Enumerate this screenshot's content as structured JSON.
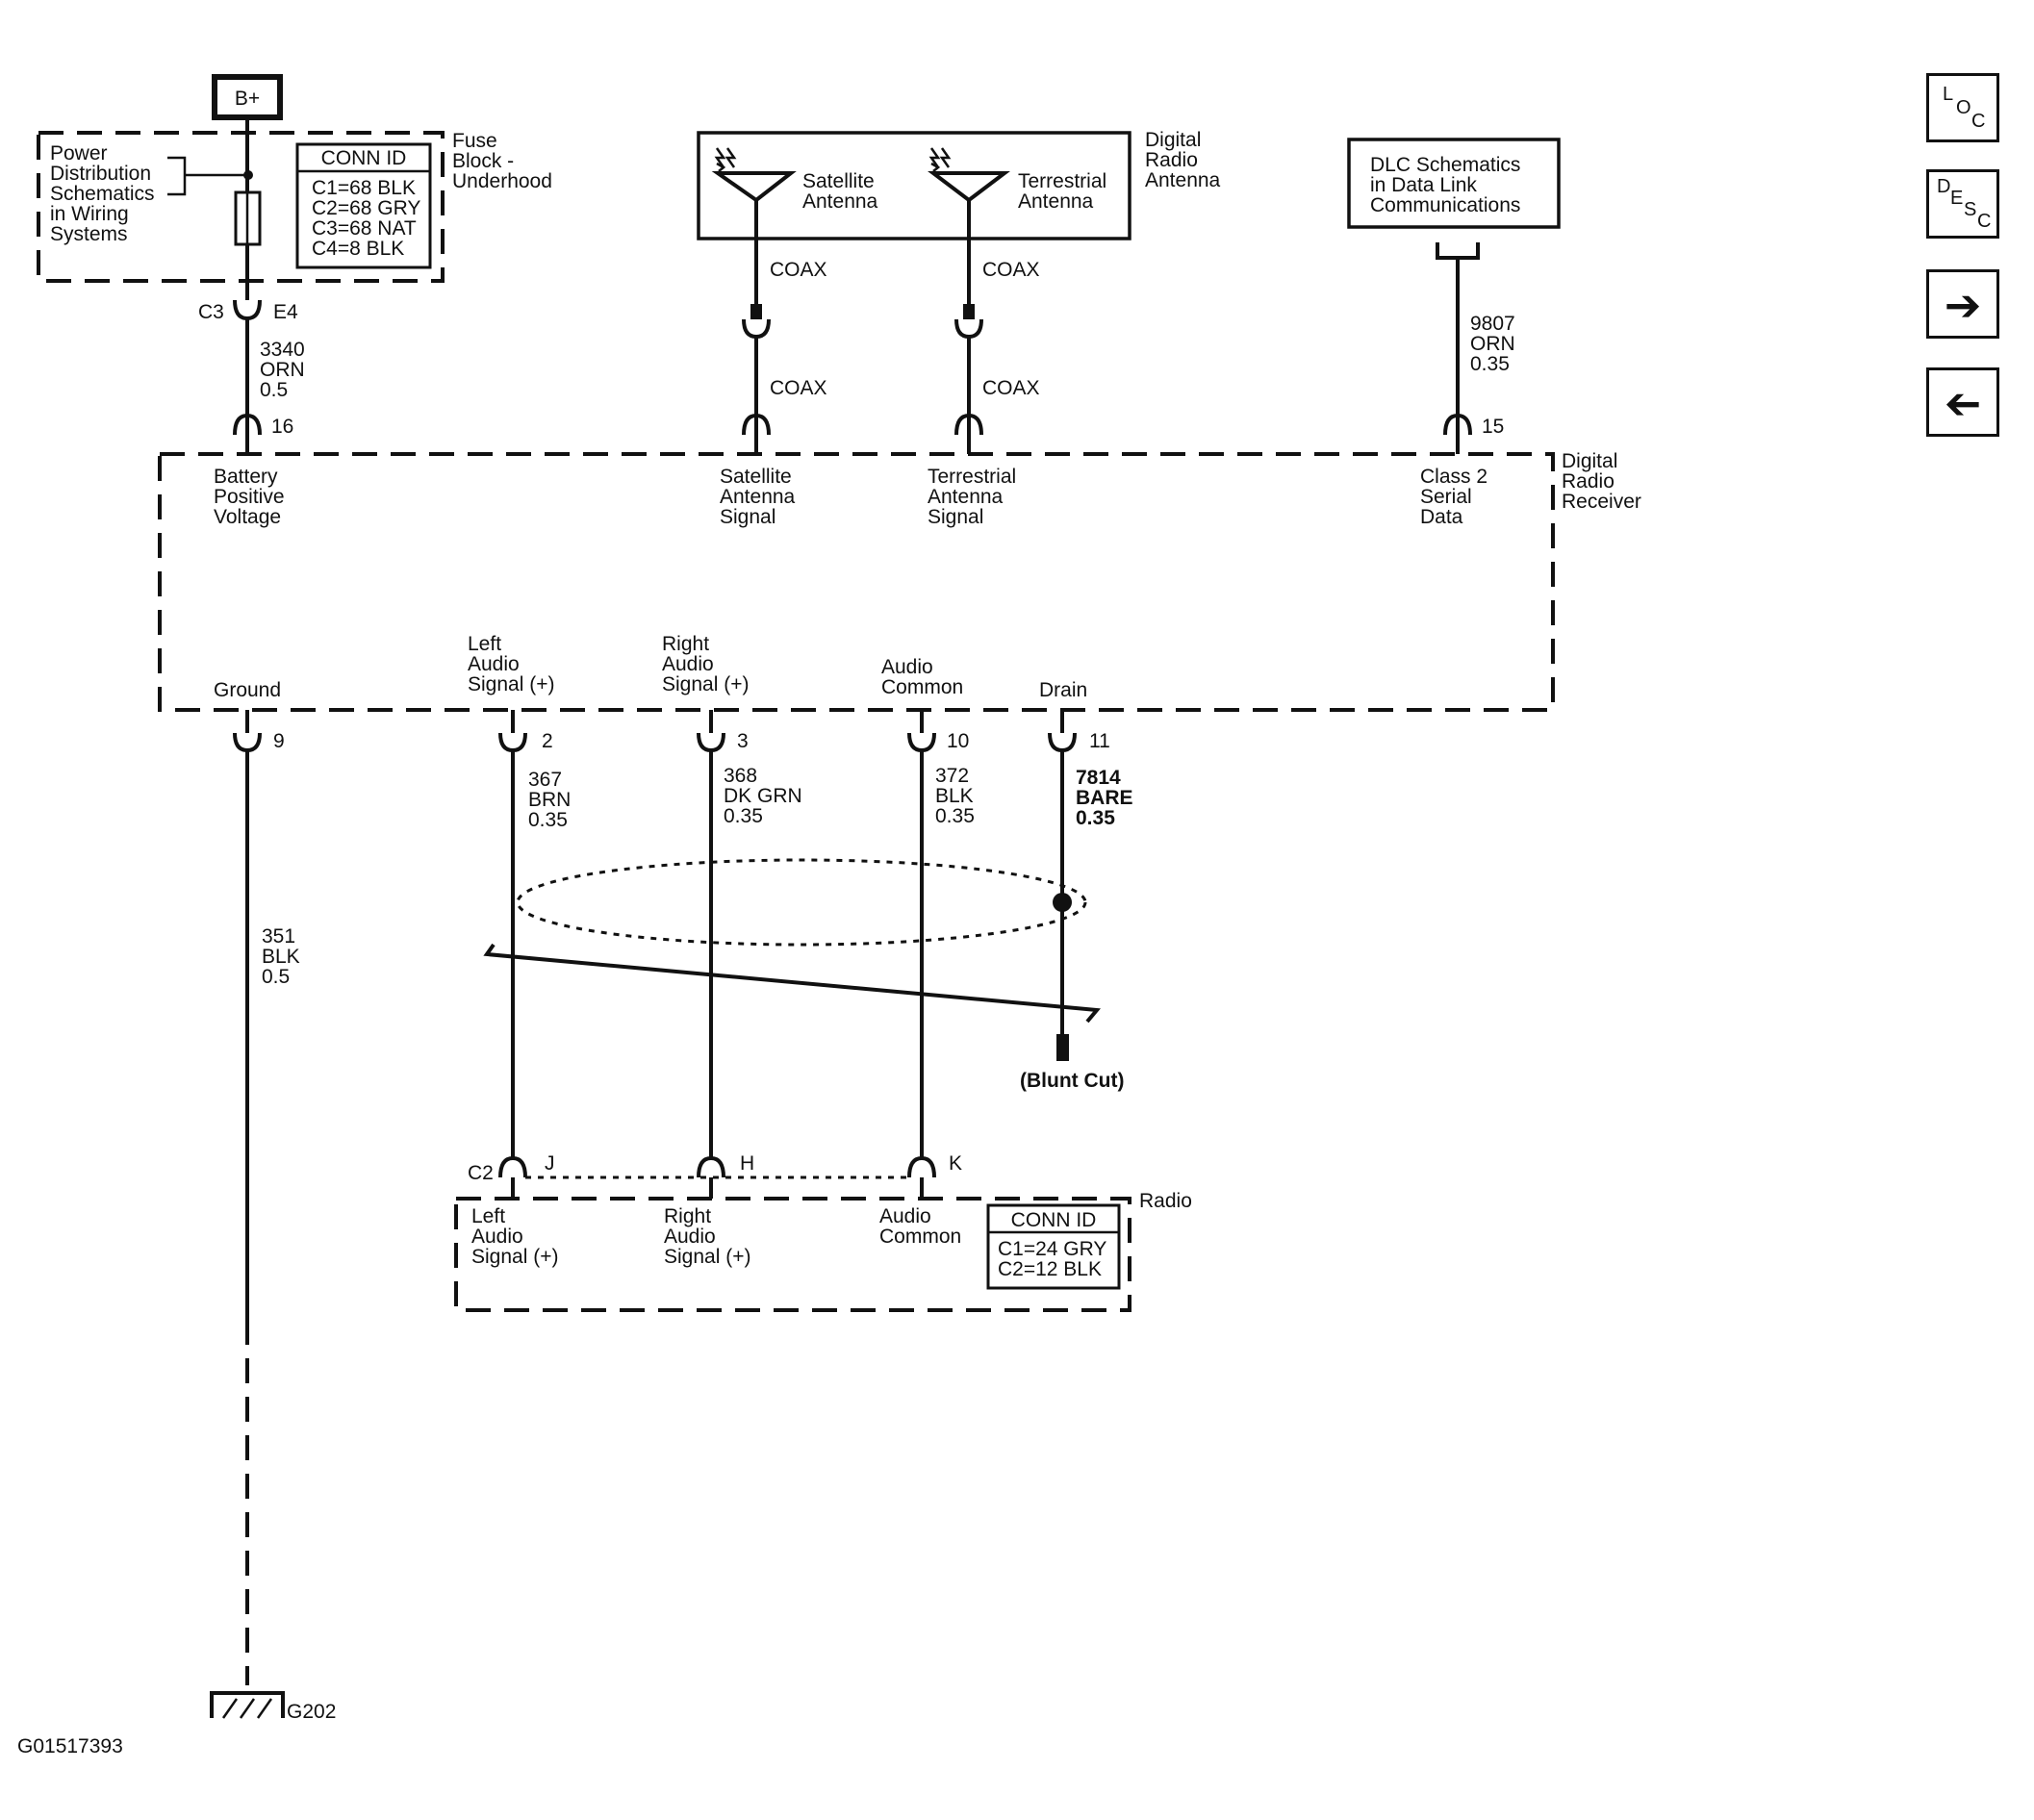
{
  "power": {
    "battery_label": "B+",
    "source_note": [
      "Power",
      "Distribution",
      "Schematics",
      "in Wiring",
      "Systems"
    ],
    "fuse_block_name": [
      "Fuse",
      "Block -",
      "Underhood"
    ],
    "fuse_conn": {
      "title": "CONN ID",
      "rows": [
        "C1=68 BLK",
        "C2=68 GRY",
        "C3=68 NAT",
        "C4=8 BLK"
      ]
    },
    "conn_left": "C3",
    "conn_right": "E4",
    "wire_lines": [
      "3340",
      "ORN",
      "0.5"
    ]
  },
  "antenna": {
    "component_name": [
      "Digital",
      "Radio",
      "Antenna"
    ],
    "satellite_label": [
      "Satellite",
      "Antenna"
    ],
    "terrestrial_label": [
      "Terrestrial",
      "Antenna"
    ],
    "coax_label": "COAX"
  },
  "dlc": {
    "box_lines": [
      "DLC Schematics",
      "in Data Link",
      "Communications"
    ],
    "wire_lines": [
      "9807",
      "ORN",
      "0.35"
    ]
  },
  "receiver": {
    "component_name": [
      "Digital",
      "Radio",
      "Receiver"
    ],
    "top_pins": [
      {
        "pin": "16",
        "label": [
          "Battery",
          "Positive",
          "Voltage"
        ]
      },
      {
        "pin": "",
        "label": [
          "Satellite",
          "Antenna",
          "Signal"
        ]
      },
      {
        "pin": "",
        "label": [
          "Terrestrial",
          "Antenna",
          "Signal"
        ]
      },
      {
        "pin": "15",
        "label": [
          "Class 2",
          "Serial",
          "Data"
        ]
      }
    ],
    "bottom_pins": [
      {
        "pin": "9",
        "label": [
          "Ground"
        ],
        "wire": [
          "351",
          "BLK",
          "0.5"
        ]
      },
      {
        "pin": "2",
        "label": [
          "Left",
          "Audio",
          "Signal (+)"
        ],
        "wire": [
          "367",
          "BRN",
          "0.35"
        ]
      },
      {
        "pin": "3",
        "label": [
          "Right",
          "Audio",
          "Signal (+)"
        ],
        "wire": [
          "368",
          "DK GRN",
          "0.35"
        ]
      },
      {
        "pin": "10",
        "label": [
          "Audio",
          "Common"
        ],
        "wire": [
          "372",
          "BLK",
          "0.35"
        ]
      },
      {
        "pin": "11",
        "label": [
          "Drain"
        ],
        "wire": [
          "7814",
          "BARE",
          "0.35"
        ]
      }
    ]
  },
  "blunt_cut": "(Blunt Cut)",
  "radio": {
    "component_name": "Radio",
    "connector": "C2",
    "pin_letters": [
      "J",
      "H",
      "K"
    ],
    "pin_labels": [
      [
        "Left",
        "Audio",
        "Signal (+)"
      ],
      [
        "Right",
        "Audio",
        "Signal (+)"
      ],
      [
        "Audio",
        "Common"
      ]
    ],
    "conn": {
      "title": "CONN ID",
      "rows": [
        "C1=24 GRY",
        "C2=12 BLK"
      ]
    }
  },
  "ground_id": "G202",
  "figure_id": "G01517393",
  "nav": {
    "loc": [
      "L",
      "O",
      "C"
    ],
    "desc": [
      "D",
      "E",
      "S",
      "C"
    ],
    "forward_icon": "right-arrow-icon",
    "back_icon": "left-arrow-icon"
  }
}
